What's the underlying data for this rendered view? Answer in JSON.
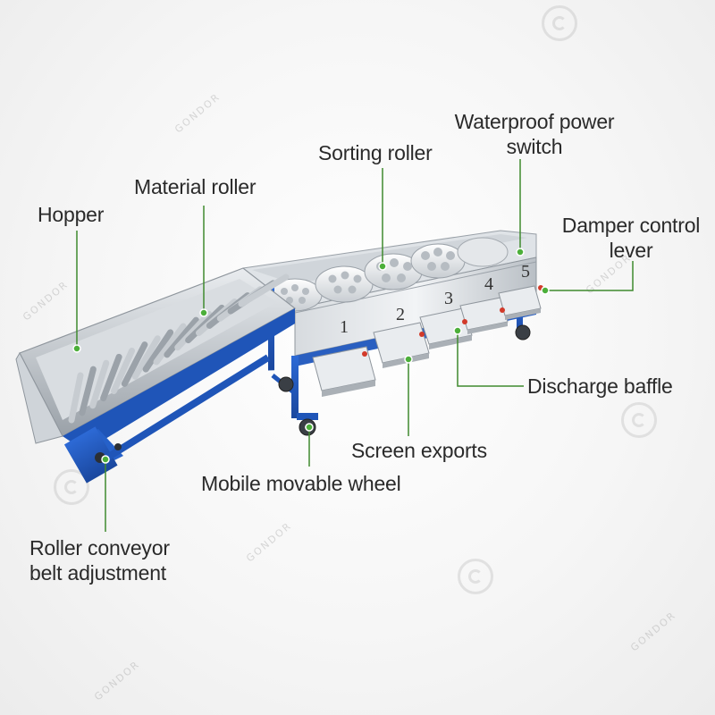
{
  "labels": {
    "hopper": "Hopper",
    "material_roller": "Material roller",
    "sorting_roller": "Sorting roller",
    "waterproof_power_switch_line1": "Waterproof power",
    "waterproof_power_switch_line2": "switch",
    "damper_control_lever_line1": "Damper control",
    "damper_control_lever_line2": "lever",
    "discharge_baffle": "Discharge baffle",
    "screen_exports": "Screen exports",
    "mobile_movable_wheel": "Mobile movable wheel",
    "roller_conveyor_line1": "Roller conveyor",
    "roller_conveyor_line2": "belt adjustment"
  },
  "outlet_numbers": [
    "1",
    "2",
    "3",
    "4",
    "5"
  ],
  "watermark_text": "GONDOR",
  "colors": {
    "leader_line": "#3f8a2e",
    "leader_dot": "#4caf3a",
    "frame_blue": "#1f55b8",
    "steel": "#c9ced3",
    "label_text": "#2a2a2a"
  }
}
